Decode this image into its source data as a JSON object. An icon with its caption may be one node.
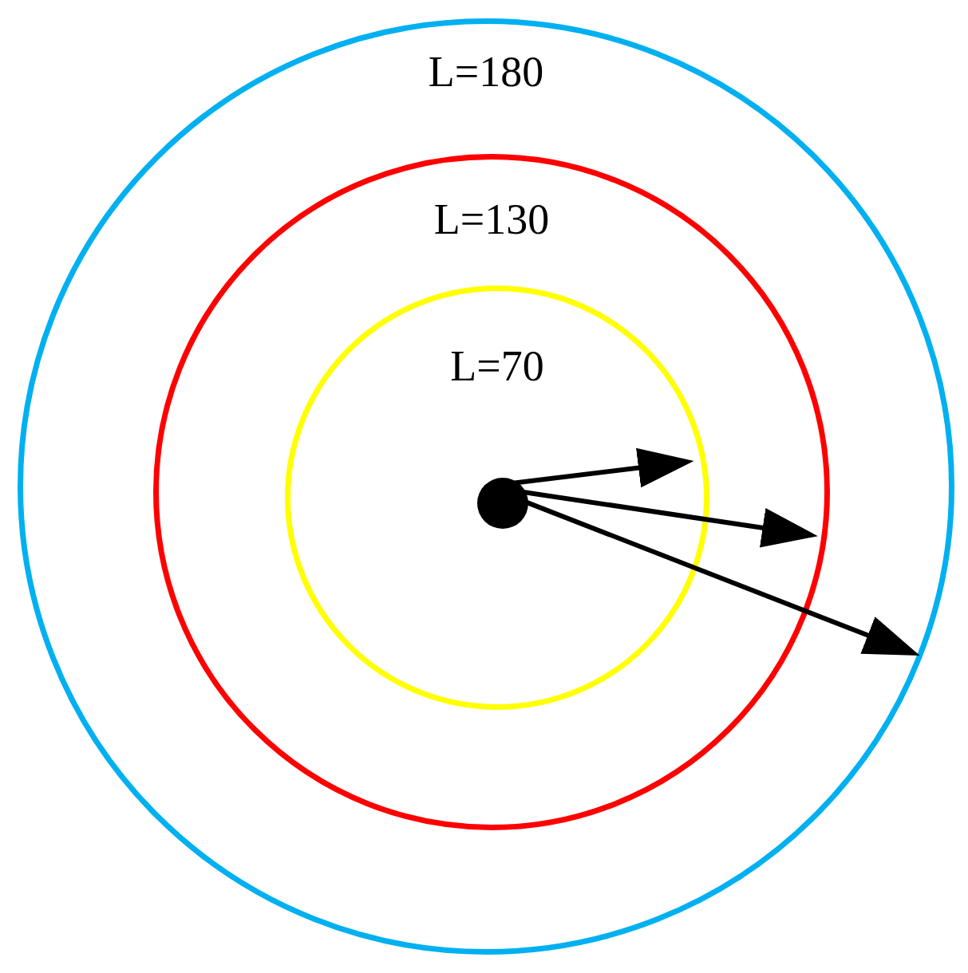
{
  "diagram": {
    "nodes": [
      {
        "text": [
          "L=180"
        ]
      },
      {
        "text": [
          "L=130"
        ],
        "in": 0
      },
      {
        "text": [
          "L=70"
        ],
        "in": 1
      },
      {
        "text": [],
        "shape": "circle",
        "in": 2
      }
    ],
    "edges": [
      {
        "from": 3,
        "to": 2,
        "arrow": "to"
      },
      {
        "from": 3,
        "to": 1,
        "arrow": "to"
      },
      {
        "from": 3,
        "to": 0,
        "arrow": "to"
      }
    ]
  }
}
